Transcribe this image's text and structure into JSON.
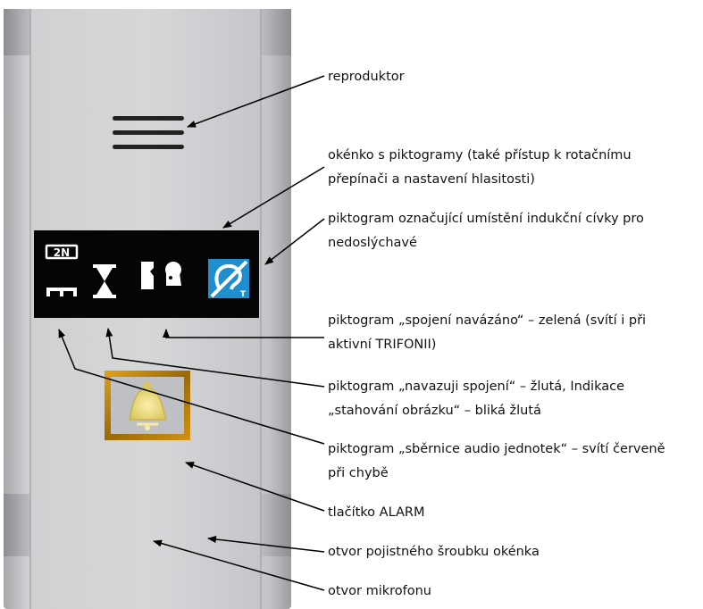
{
  "colors": {
    "panel_face": "#c9cacc",
    "panel_dark_edge": "#9a9b9e",
    "pictogram_window": "#050505",
    "pictogram_white": "#ffffff",
    "induction_loop_blue": "#1f8ecf",
    "button_frame_gold": "#b8860b",
    "bell_yellow": "#f1e184",
    "arrow": "#000000"
  },
  "device": {
    "brand_logo": "2N",
    "icons": [
      "audio-bus-icon",
      "hourglass-icon",
      "connection-established-icon",
      "induction-loop-icon",
      "alarm-bell-icon"
    ]
  },
  "labels": {
    "speaker": "reproduktor",
    "pictogram_window_line1": "okénko s piktogramy (také přístup k rotačnímu",
    "pictogram_window_line2": "přepínači a nastavení hlasitosti)",
    "induction_line1": "piktogram označující umístění indukční cívky pro",
    "induction_line2": "nedoslýchavé",
    "established_line1": "piktogram „spojení navázáno“ – zelená (svítí i při",
    "established_line2": "aktivní TRIFONII)",
    "connecting_line1": "piktogram „navazuji spojení“ – žlutá, Indikace",
    "connecting_line2": "„stahování obrázku“ – bliká žlutá",
    "audio_bus_line1": "piktogram „sběrnice audio jednotek“ – svítí červeně",
    "audio_bus_line2": "při chybě",
    "alarm_button": "tlačítko ALARM",
    "screw_hole": "otvor pojistného šroubku okénka",
    "microphone": "otvor mikrofonu"
  }
}
